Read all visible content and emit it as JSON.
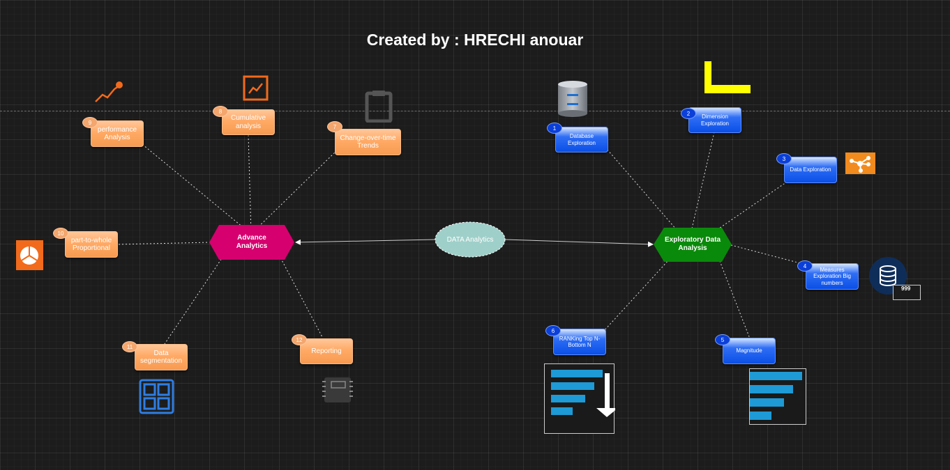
{
  "title": "Created by : HRECHI anouar",
  "center": {
    "label": "DATA Analytics",
    "fill": "#9fcfc9"
  },
  "advance": {
    "label": "Advance Analytics",
    "fill": "#d6006f"
  },
  "exploratory": {
    "label": "Exploratory Data Analysis",
    "fill": "#0a8a0a"
  },
  "advance_items": [
    {
      "num": "7",
      "label": "Change-over-time Trends"
    },
    {
      "num": "8",
      "label": "Cumulative analysis"
    },
    {
      "num": "9",
      "label": "performance Analysis"
    },
    {
      "num": "10",
      "label": "part-to-whole Proportional"
    },
    {
      "num": "11",
      "label": "Data segmentation"
    },
    {
      "num": "12",
      "label": "Reporting"
    }
  ],
  "eda_items": [
    {
      "num": "1",
      "label": "Database Exploration"
    },
    {
      "num": "2",
      "label": "Dimension Exploration"
    },
    {
      "num": "3",
      "label": "Data Exploration"
    },
    {
      "num": "4",
      "label": "Measures Exploration Big numbers"
    },
    {
      "num": "5",
      "label": "Magnitude"
    },
    {
      "num": "6",
      "label": "RANKing Top N- Bottom N"
    }
  ],
  "big_numbers_label": "999",
  "colors": {
    "orange_node": "#ffaa66",
    "blue_node": "#0a4fe6",
    "accent_orange": "#f26a1b",
    "bar_blue": "#1e9ad6",
    "dimension_yellow": "#ffff00"
  }
}
